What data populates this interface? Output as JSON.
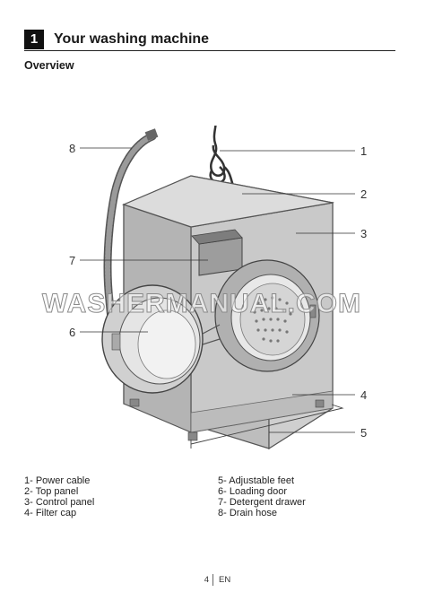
{
  "header": {
    "chapter_number": "1",
    "chapter_title": "Your washing machine"
  },
  "section_title": "Overview",
  "callouts": [
    "1",
    "2",
    "3",
    "4",
    "5",
    "6",
    "7",
    "8"
  ],
  "watermark": "WASHERMANUAL.COM",
  "legend": {
    "left": [
      "1- Power cable",
      "2- Top panel",
      "3- Control panel",
      "4- Filter cap"
    ],
    "right": [
      "5- Adjustable feet",
      "6- Loading door",
      "7- Detergent drawer",
      "8- Drain hose"
    ]
  },
  "footer": {
    "page_number": "4",
    "language": "EN"
  }
}
